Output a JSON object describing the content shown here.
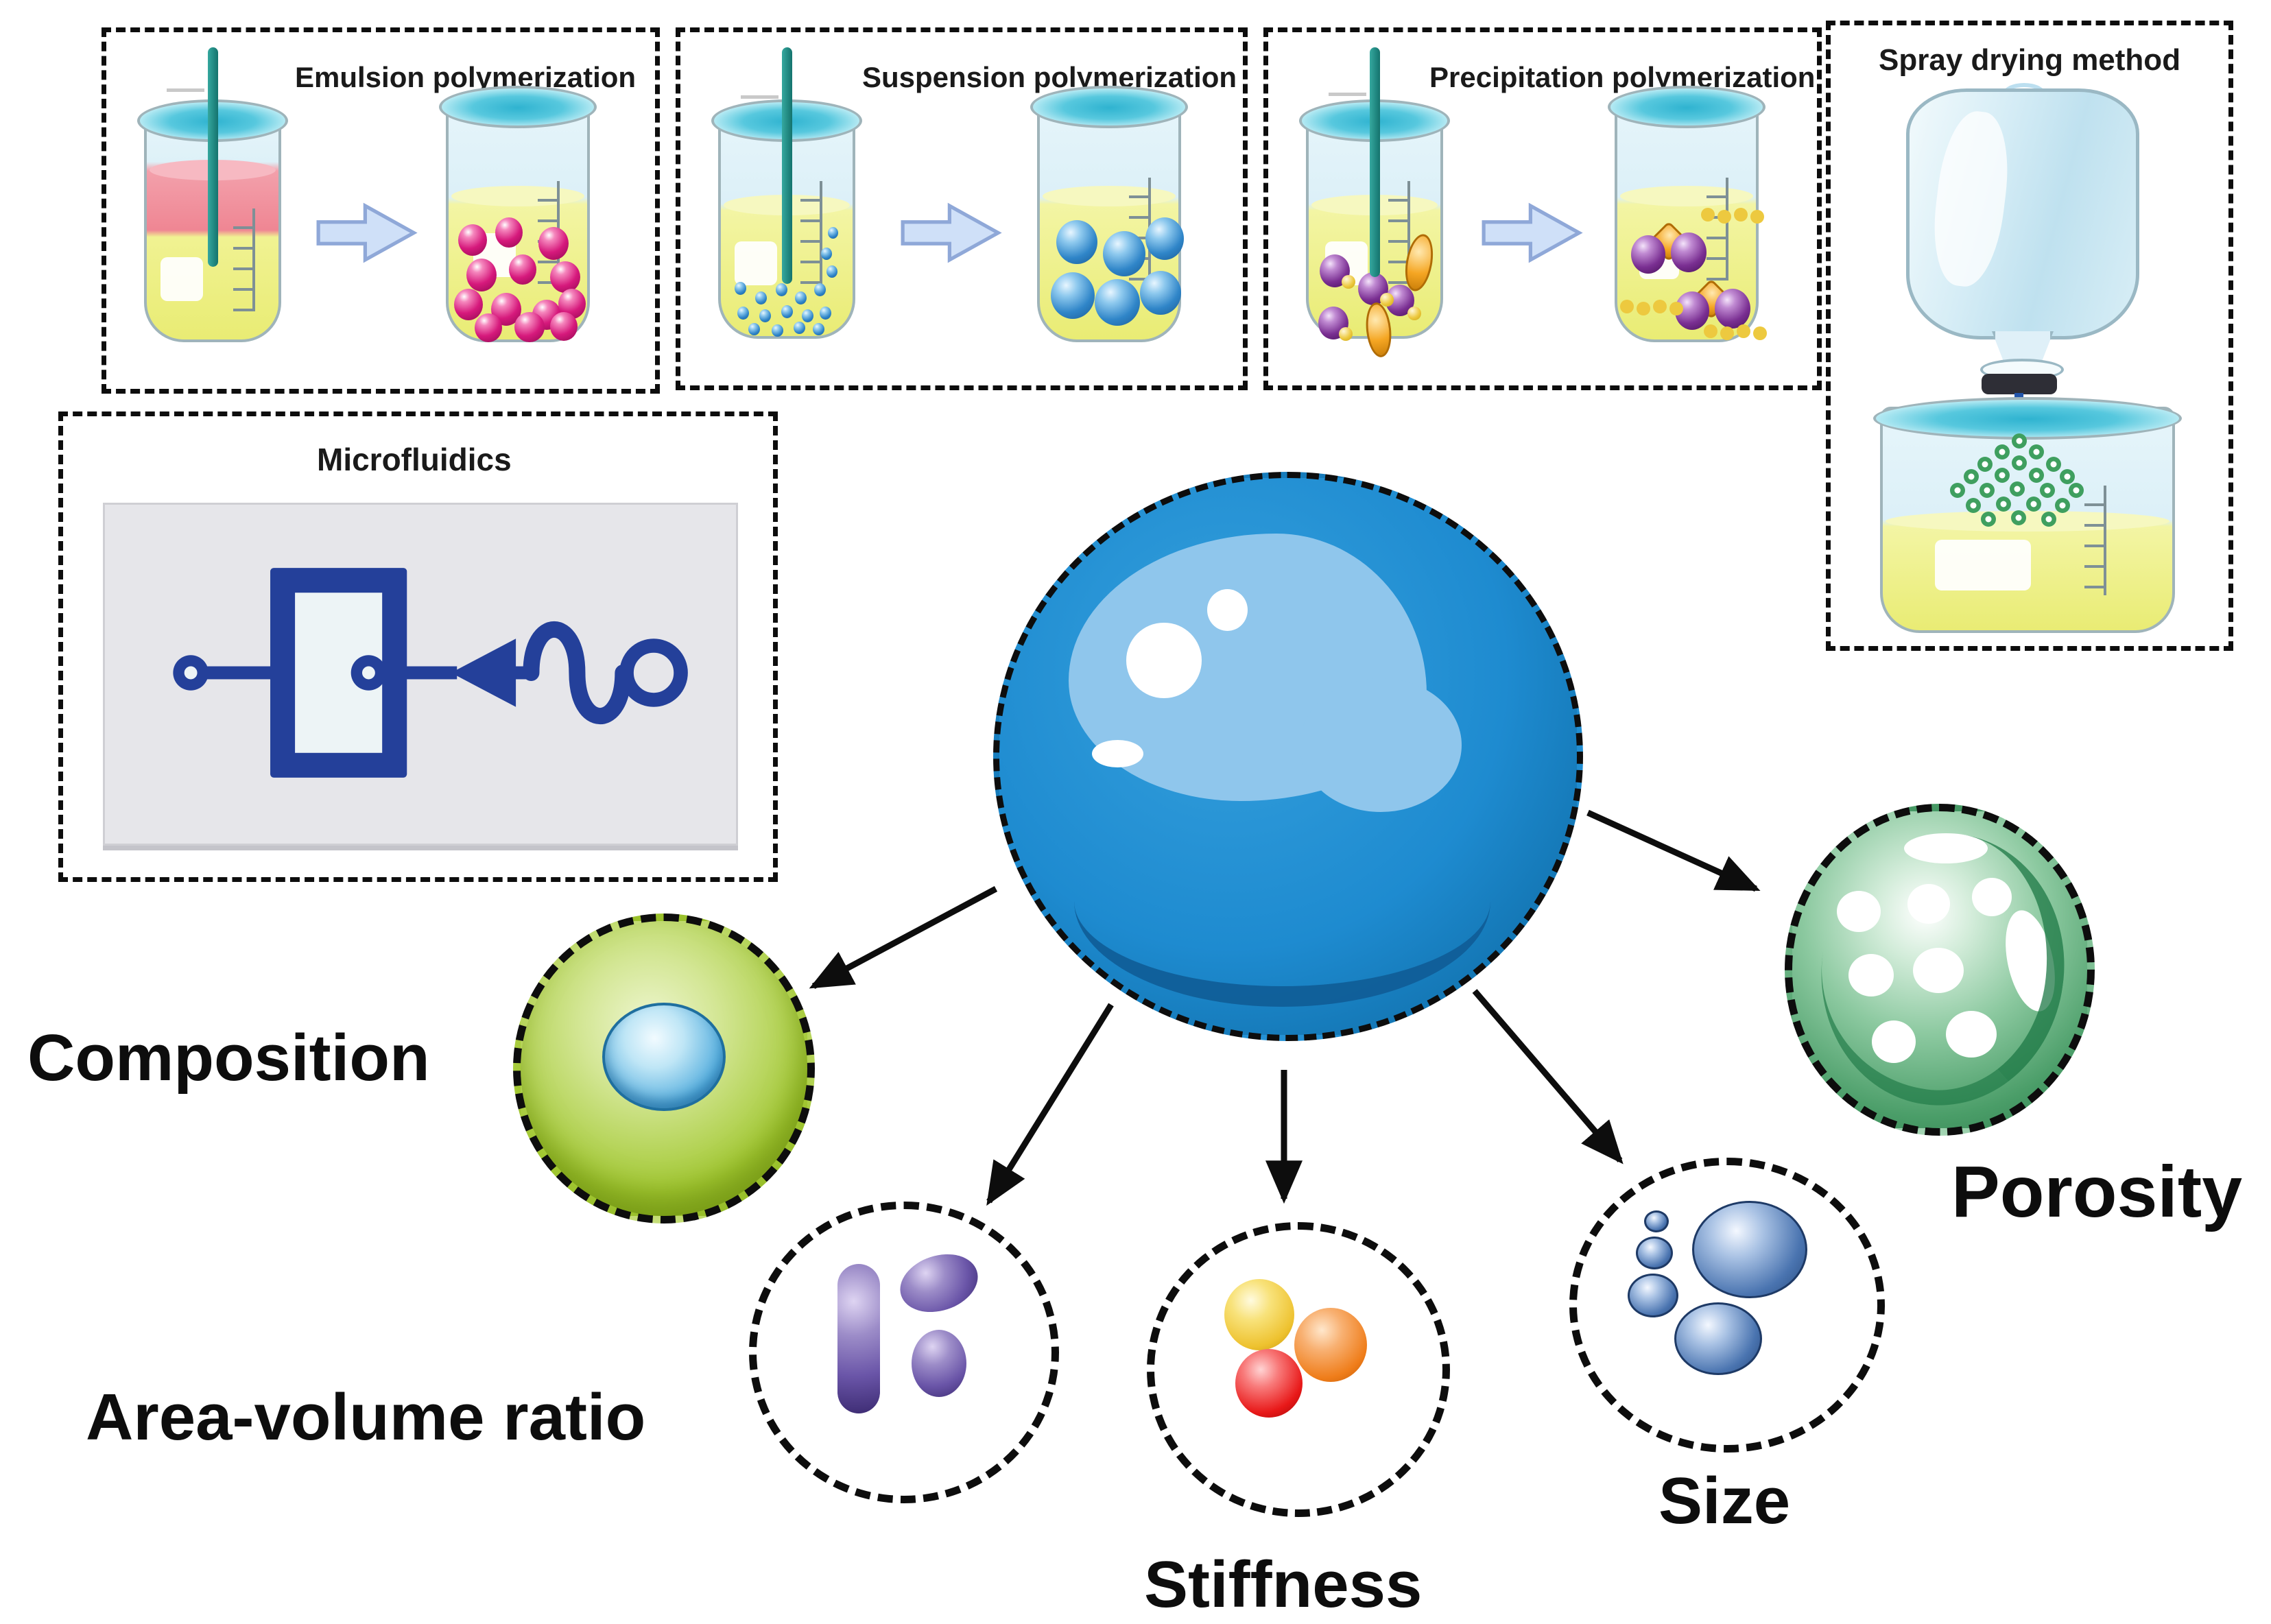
{
  "methods": {
    "emulsion": {
      "label": "Emulsion polymerization"
    },
    "suspension": {
      "label": "Suspension polymerization"
    },
    "precipitation": {
      "label": "Precipitation polymerization"
    },
    "spray": {
      "label": "Spray drying method"
    },
    "microfluidics": {
      "label": "Microfluidics"
    }
  },
  "properties": {
    "composition": {
      "label": "Composition"
    },
    "area_volume": {
      "label": "Area-volume ratio"
    },
    "stiffness": {
      "label": "Stiffness"
    },
    "size": {
      "label": "Size"
    },
    "porosity": {
      "label": "Porosity"
    }
  },
  "icons": {
    "beaker": "css-glass-beaker",
    "stir_rod": "css-teal-rod",
    "process_arrow": "light-blue-block-arrow",
    "radiating_arrow": "black-line-arrow",
    "microfluidic_chip": "navy-chip-with-serpentine-channel",
    "spray_bottle": "inverted-water-bottle",
    "microsphere": "glossy-blue-sphere"
  },
  "colors": {
    "dash": "#0d0d0d",
    "text": "#111111",
    "chip_navy": "#24409a",
    "panel_gray": "#e6e6ea",
    "beaker_yellow": "#e9ec74",
    "pink_liquid": "#ef8693",
    "rod_teal": "#1f8f8a",
    "arrow_fill": "#cfe0f8",
    "arrow_edge": "#8fa8d8",
    "magenta": "#d6197c",
    "suspension_blue": "#2f85c8",
    "purple": "#7a2f92",
    "bead_yellow": "#edc93f",
    "lens_orange": "#f5a623",
    "droplet_green": "#3f9f5f",
    "spray_orange": "#f07020",
    "stem_blue": "#2255aa",
    "sphere_blue": "#1e8bd0",
    "sphere_highlight": "#8fc6ec",
    "composition_green": "#a2c832",
    "nucleus_blue": "#55aede",
    "area_purple": "#6a55a8",
    "stiff_yellow": "#eec22f",
    "stiff_orange": "#ef7d1a",
    "stiff_red": "#e81818",
    "size_blue": "#4a74b0",
    "porosity_green": "#4a9d68"
  }
}
